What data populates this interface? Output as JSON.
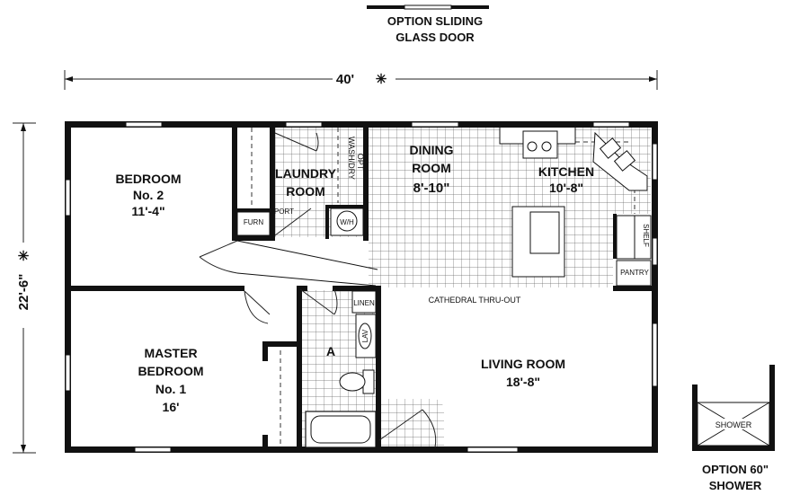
{
  "options": {
    "sliding_door": [
      "OPTION SLIDING",
      "GLASS DOOR"
    ],
    "shower": [
      "OPTION 60\"",
      "SHOWER"
    ]
  },
  "dimensions": {
    "width": "40'",
    "depth": "22'-6\"",
    "asterisk": "✳"
  },
  "rooms": {
    "bedroom2": [
      "BEDROOM",
      "No. 2",
      "11'-4\""
    ],
    "laundry": [
      "LAUNDRY",
      "ROOM"
    ],
    "washdry": [
      "WASH/DRY",
      "OPT"
    ],
    "dining": [
      "DINING",
      "ROOM",
      "8'-10\""
    ],
    "kitchen": [
      "KITCHEN",
      "10'-8\""
    ],
    "master": [
      "MASTER",
      "BEDROOM",
      "No. 1",
      "16'"
    ],
    "living": [
      "LIVING ROOM",
      "18'-8\""
    ],
    "bath_label": "A"
  },
  "fixtures": {
    "furn": "FURN",
    "port": "PORT",
    "wh": "W/H",
    "linen": "LINEN",
    "lav": "LAV",
    "shelf": "SHELF",
    "pantry": "PANTRY",
    "shower": "SHOWER"
  },
  "notes": {
    "cathedral": "CATHEDRAL THRU-OUT"
  }
}
